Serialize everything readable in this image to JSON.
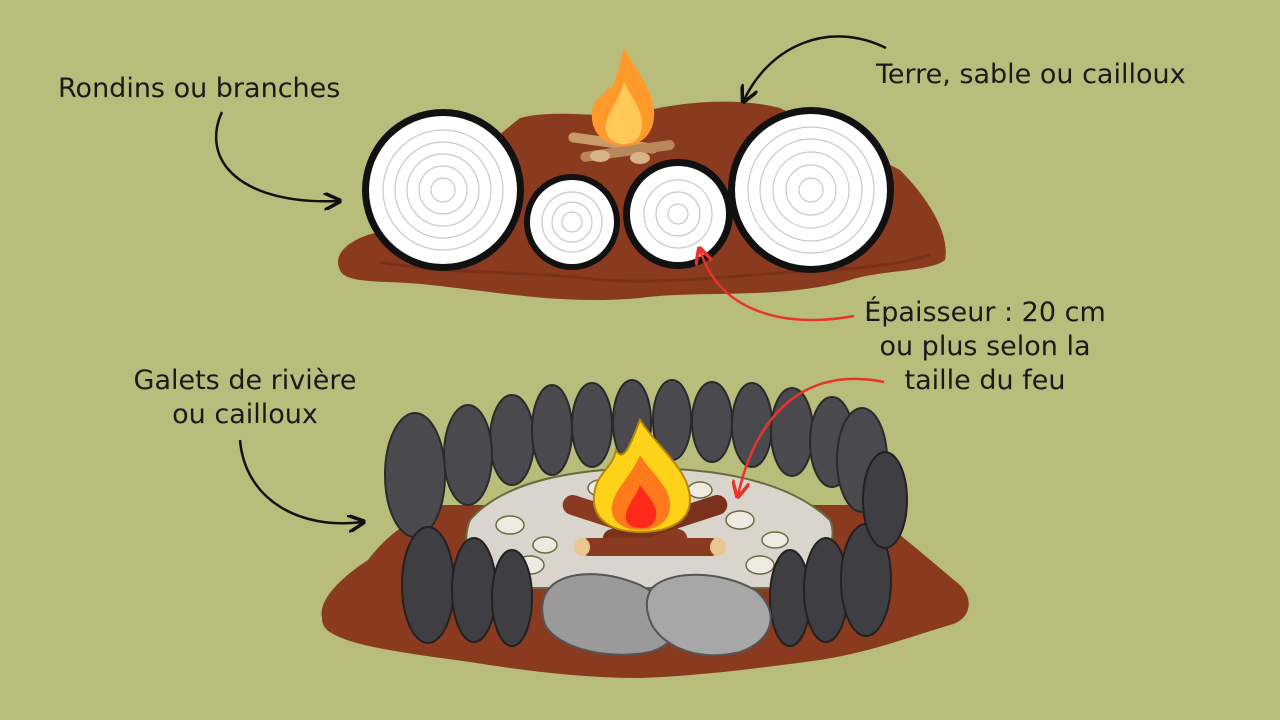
{
  "labels": {
    "logs": "Rondins ou branches",
    "soil": "Terre, sable ou cailloux",
    "thickness_line1": "Épaisseur : 20 cm",
    "thickness_line2": "ou plus selon la",
    "thickness_line3": "taille du feu",
    "stones_line1": "Galets de rivière",
    "stones_line2": "ou cailloux"
  },
  "colors": {
    "background": "#b8bd7b",
    "soil": "#8a3a1f",
    "soil_dark": "#6e2b16",
    "log_face": "#ffffff",
    "bark": "#111111",
    "river_stone": "#4a4a4e",
    "pebble": "#d9d5cc",
    "boulder": "#9a9a9a",
    "flame_outer": "#ffd21a",
    "flame_mid": "#ff7a1a",
    "flame_inner": "#ff2a1a",
    "firewood": "#8b3a22",
    "arrow_black": "#111111",
    "arrow_red": "#e8342a"
  },
  "icons": [
    "log-cross-section-icon",
    "campfire-icon",
    "river-stone-icon",
    "arrow-icon"
  ]
}
